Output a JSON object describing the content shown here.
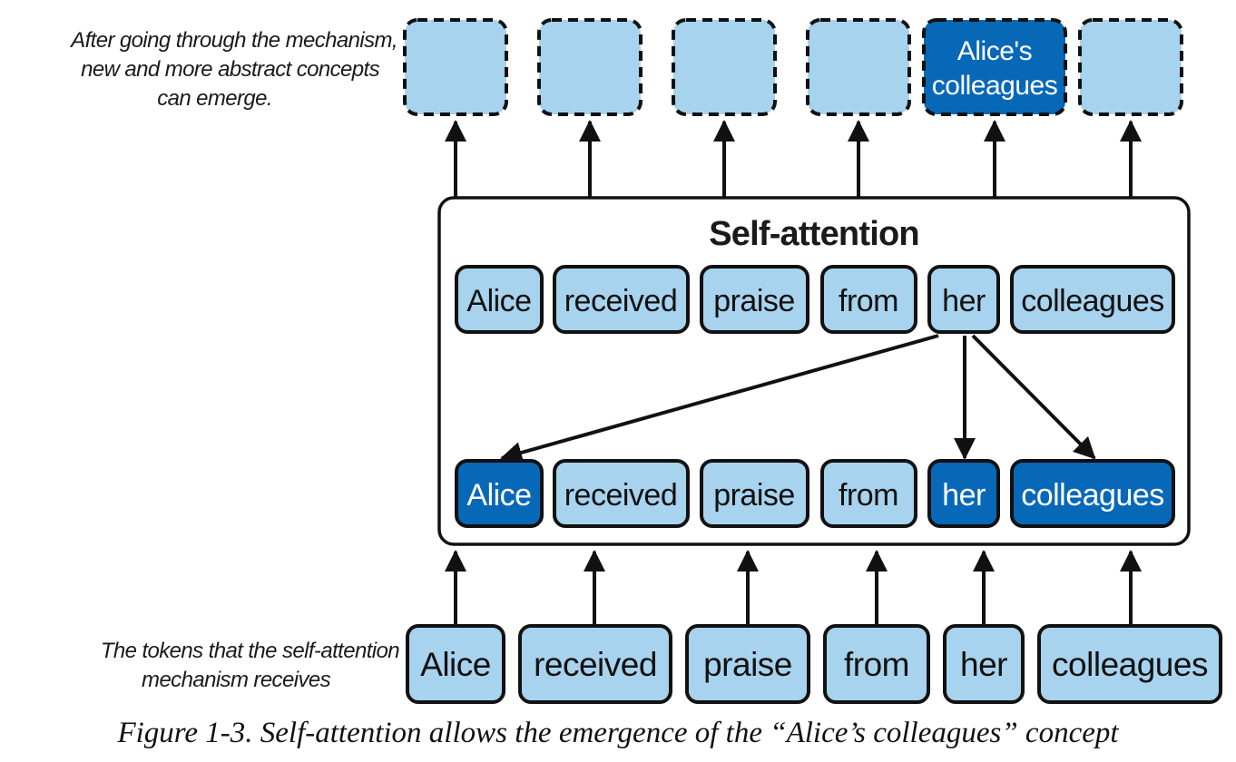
{
  "annotations": {
    "top": [
      "After going through the mechanism,",
      "new and more abstract concepts",
      "can emerge."
    ],
    "bottom": [
      "The tokens that the self-attention",
      "mechanism receives"
    ]
  },
  "self_attention": {
    "title": "Self-attention",
    "upper_tokens": [
      "Alice",
      "received",
      "praise",
      "from",
      "her",
      "colleagues"
    ],
    "lower_tokens": [
      {
        "text": "Alice",
        "highlighted": true
      },
      {
        "text": "received",
        "highlighted": false
      },
      {
        "text": "praise",
        "highlighted": false
      },
      {
        "text": "from",
        "highlighted": false
      },
      {
        "text": "her",
        "highlighted": true
      },
      {
        "text": "colleagues",
        "highlighted": true
      }
    ],
    "attention_source": "her",
    "attention_targets": [
      "Alice",
      "her",
      "colleagues"
    ]
  },
  "outputs": [
    {
      "lines": []
    },
    {
      "lines": []
    },
    {
      "lines": []
    },
    {
      "lines": []
    },
    {
      "lines": [
        "Alice's",
        "colleagues"
      ],
      "highlighted": true
    },
    {
      "lines": []
    }
  ],
  "input_tokens": [
    "Alice",
    "received",
    "praise",
    "from",
    "her",
    "colleagues"
  ],
  "caption": "Figure 1-3. Self-attention allows the emergence of the “Alice’s colleagues” concept",
  "colors": {
    "light_blue": "#a7d3ee",
    "dark_blue": "#0868b8",
    "stroke": "#111111"
  }
}
